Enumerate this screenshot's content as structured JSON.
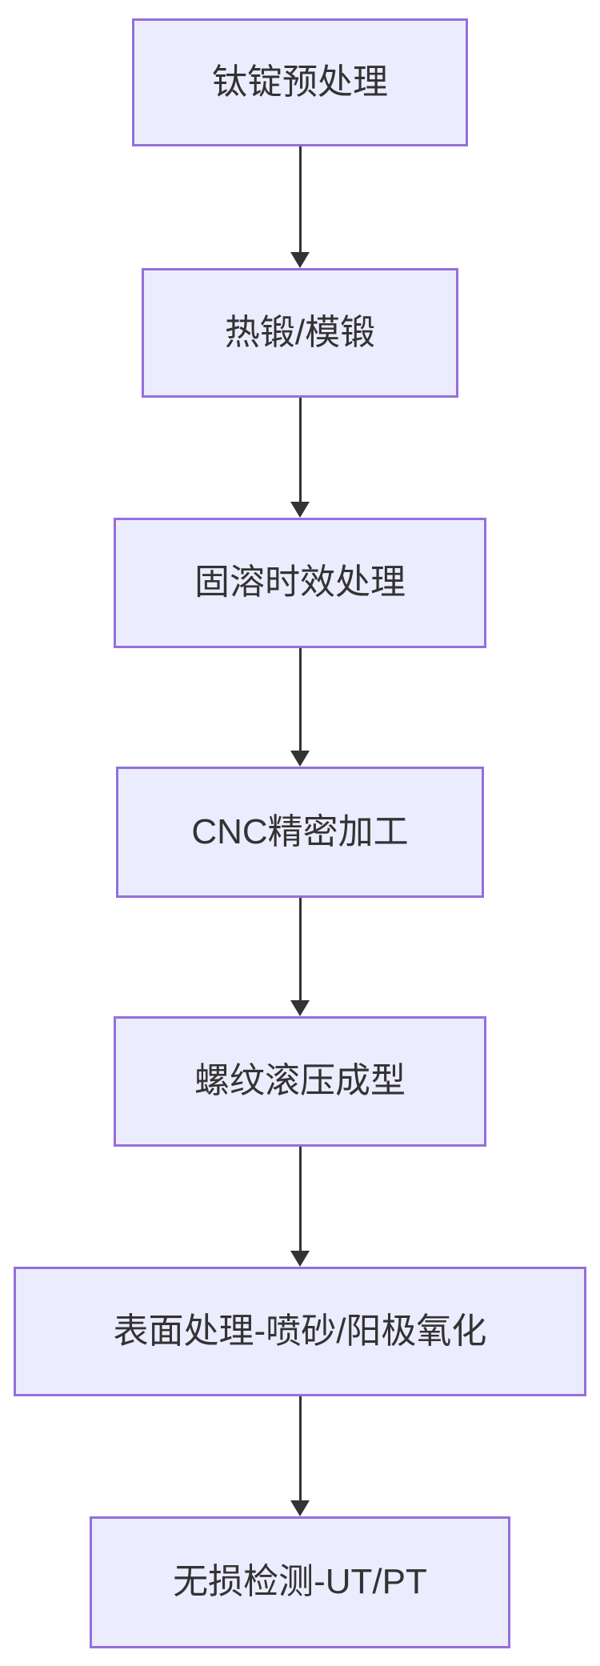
{
  "diagram": {
    "type": "flowchart",
    "direction": "top-down",
    "steps": [
      {
        "id": "1",
        "label": "钛锭预处理"
      },
      {
        "id": "2",
        "label": "热锻/模锻"
      },
      {
        "id": "3",
        "label": "固溶时效处理"
      },
      {
        "id": "4",
        "label": "CNC精密加工"
      },
      {
        "id": "5",
        "label": "螺纹滚压成型"
      },
      {
        "id": "6",
        "label": "表面处理-喷砂/阳极氧化"
      },
      {
        "id": "7",
        "label": "无损检测-UT/PT"
      }
    ],
    "connections": [
      {
        "from": "1",
        "to": "2"
      },
      {
        "from": "2",
        "to": "3"
      },
      {
        "from": "3",
        "to": "4"
      },
      {
        "from": "4",
        "to": "5"
      },
      {
        "from": "5",
        "to": "6"
      },
      {
        "from": "6",
        "to": "7"
      }
    ],
    "colors": {
      "background": "#FFFFFF",
      "node_fill": "#ECECFF",
      "node_border": "#9370DB",
      "text": "#333333",
      "arrow": "#333333"
    }
  }
}
